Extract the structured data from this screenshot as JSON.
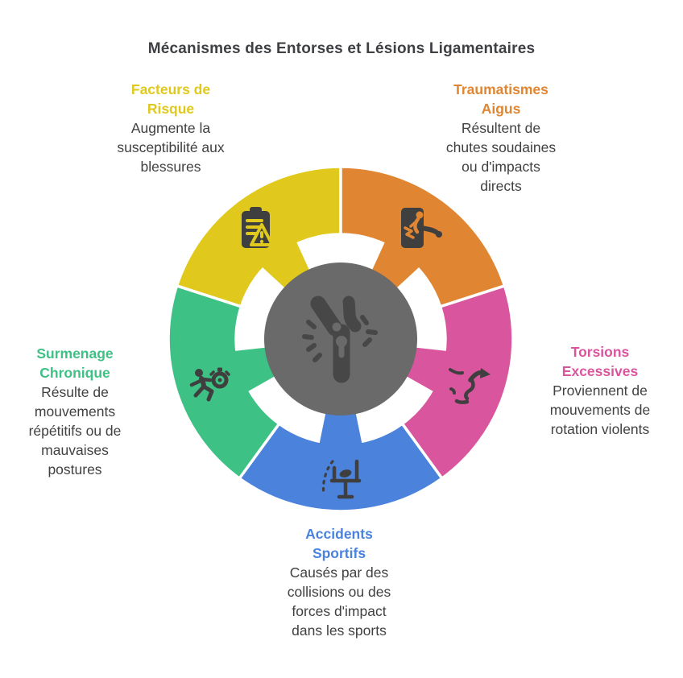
{
  "title": "Mécanismes des Entorses et Lésions Ligamentaires",
  "colors": {
    "background": "#FFFFFF",
    "title_text": "#3F4044",
    "body_text": "#414042",
    "center_circle": "#6A6A6A",
    "segment_icon": "#3F3F3F",
    "center_icon": "#474747"
  },
  "center": {
    "icon": "bone-joint-injury-icon"
  },
  "segments": [
    {
      "id": "facteurs",
      "heading": "Facteurs de\nRisque",
      "body": "Augmente la\nsusceptibilité aux\nblessures",
      "color": "#E0C91C",
      "icon": "clipboard-warning-icon"
    },
    {
      "id": "traumatismes",
      "heading": "Traumatismes\nAigus",
      "body": "Résultent de\nchutes soudaines\nou d'impacts\ndirects",
      "color": "#E08532",
      "icon": "person-falling-icon"
    },
    {
      "id": "torsions",
      "heading": "Torsions\nExcessives",
      "body": "Proviennent de\nmouvements de\nrotation violents",
      "color": "#D9559E",
      "icon": "twisted-ankle-icon"
    },
    {
      "id": "accidents",
      "heading": "Accidents\nSportifs",
      "body": "Causés par des\ncollisions ou des\nforces d'impact\ndans les sports",
      "color": "#4A82DC",
      "icon": "sports-goal-ball-icon"
    },
    {
      "id": "surmenage",
      "heading": "Surmenage\nChronique",
      "body": "Résulte de\nmouvements\nrépétitifs ou de\nmauvaises\npostures",
      "color": "#3EC185",
      "icon": "runner-stopwatch-icon"
    }
  ]
}
